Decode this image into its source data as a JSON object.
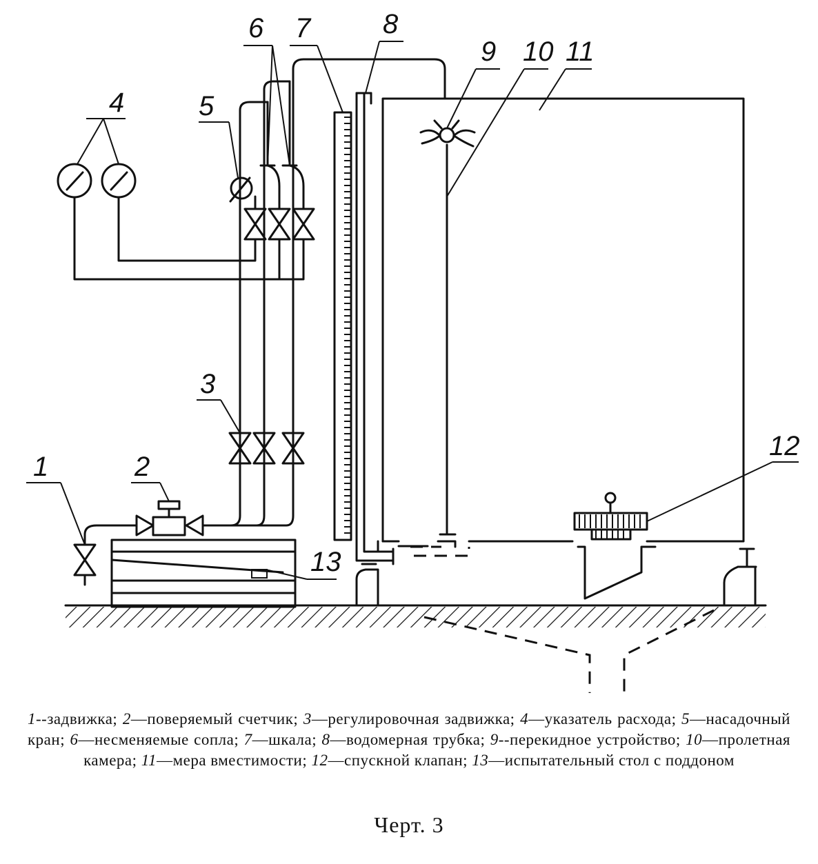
{
  "labels": {
    "n1": "1",
    "n2": "2",
    "n3": "3",
    "n4": "4",
    "n5": "5",
    "n6": "6",
    "n7": "7",
    "n8": "8",
    "n9": "9",
    "n10": "10",
    "n11": "11",
    "n12": "12",
    "n13": "13"
  },
  "legend": [
    {
      "num": "1",
      "text": "--задвижка;"
    },
    {
      "num": "2",
      "text": "—поверяемый счетчик;"
    },
    {
      "num": "3",
      "text": "—регулировочная задвижка;"
    },
    {
      "num": "4",
      "text": "—указатель расхода;"
    },
    {
      "num": "5",
      "text": "—насадочный кран;"
    },
    {
      "num": "6",
      "text": "—несменяемые сопла;"
    },
    {
      "num": "7",
      "text": "—шкала;"
    },
    {
      "num": "8",
      "text": "—водомерная трубка;"
    },
    {
      "num": "9",
      "text": "--перекидное устройство;"
    },
    {
      "num": "10",
      "text": "—пролетная камера;"
    },
    {
      "num": "11",
      "text": "—мера вместимости;"
    },
    {
      "num": "12",
      "text": "—спускной клапан;"
    },
    {
      "num": "13",
      "text": "—испытательный стол с поддоном"
    }
  ],
  "figure_label": "Черт. 3"
}
